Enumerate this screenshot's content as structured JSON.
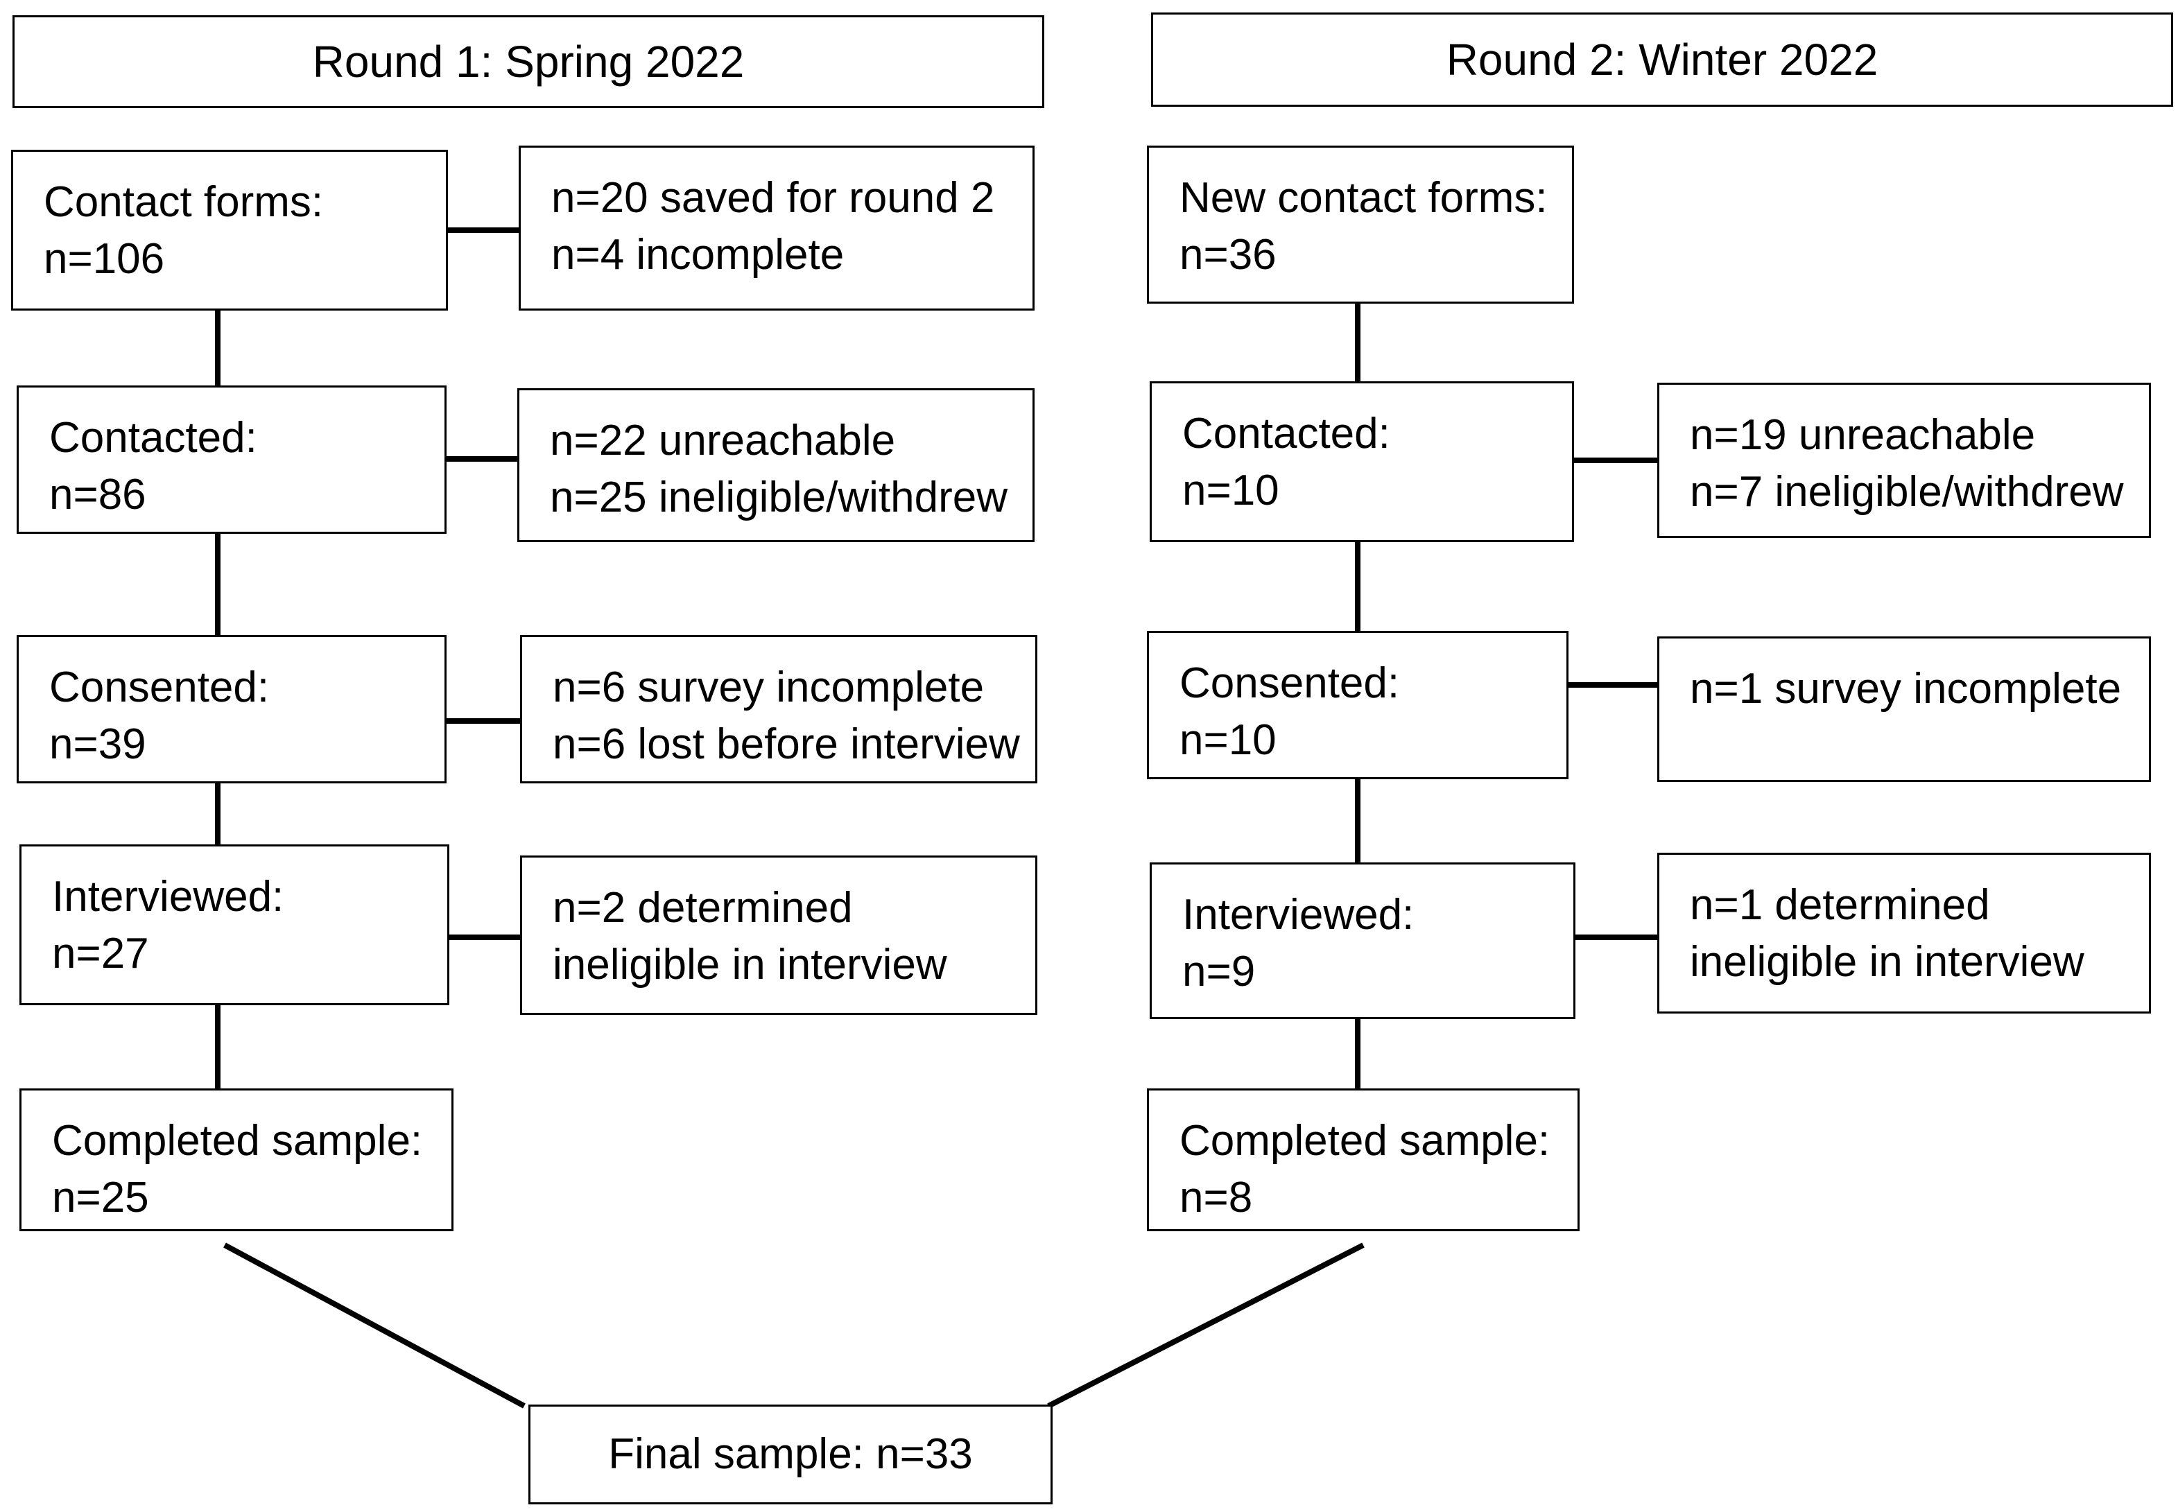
{
  "round1": {
    "header": "Round 1: Spring 2022",
    "steps": [
      {
        "label": "Contact forms:",
        "value": "n=106"
      },
      {
        "label": "Contacted:",
        "value": "n=86"
      },
      {
        "label": "Consented:",
        "value": "n=39"
      },
      {
        "label": "Interviewed:",
        "value": "n=27"
      },
      {
        "label": "Completed sample:",
        "value": "n=25"
      }
    ],
    "exclusions": [
      {
        "line1": "n=20 saved for round 2",
        "line2": "n=4 incomplete"
      },
      {
        "line1": "n=22 unreachable",
        "line2": "n=25 ineligible/withdrew"
      },
      {
        "line1": "n=6 survey incomplete",
        "line2": "n=6 lost before interview"
      },
      {
        "line1": "n=2 determined",
        "line2": "ineligible in interview"
      }
    ]
  },
  "round2": {
    "header": "Round 2: Winter 2022",
    "steps": [
      {
        "label": "New contact forms:",
        "value": "n=36"
      },
      {
        "label": "Contacted:",
        "value": "n=10"
      },
      {
        "label": "Consented:",
        "value": "n=10"
      },
      {
        "label": "Interviewed:",
        "value": "n=9"
      },
      {
        "label": "Completed sample:",
        "value": "n=8"
      }
    ],
    "exclusions": [
      {
        "line1": "n=19 unreachable",
        "line2": "n=7 ineligible/withdrew"
      },
      {
        "line1": "n=1 survey incomplete",
        "line2": ""
      },
      {
        "line1": "n=1 determined",
        "line2": "ineligible in interview"
      }
    ]
  },
  "final": {
    "label": "Final sample: n=33"
  },
  "colors": {
    "stroke": "#000000",
    "background": "#ffffff"
  }
}
